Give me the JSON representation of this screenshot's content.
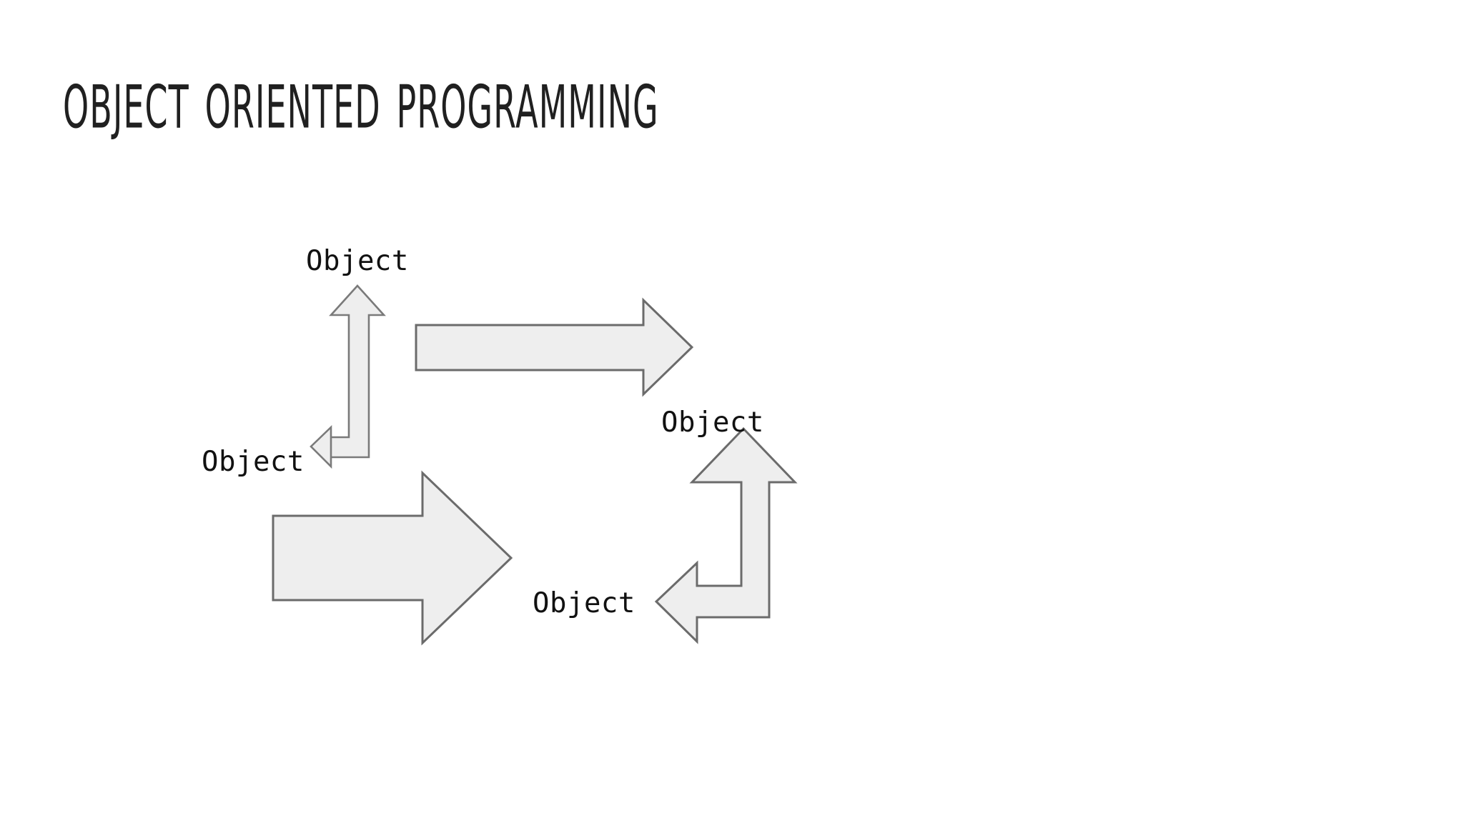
{
  "slide": {
    "title": "Object oriented programming",
    "background_color": "#ffffff",
    "title_color": "#202020"
  },
  "diagram": {
    "type": "cycle-flow",
    "description": "Four block arrows arranged in a clockwise cycle, each annotated with the label Object",
    "arrow_fill": "#eeeeee",
    "arrow_stroke": "#6b6b6b",
    "labels": [
      {
        "id": "object-top-left",
        "text": "Object"
      },
      {
        "id": "object-mid-left",
        "text": "Object"
      },
      {
        "id": "object-right-top",
        "text": "Object"
      },
      {
        "id": "object-bottom-mid",
        "text": "Object"
      }
    ],
    "arrows": [
      {
        "id": "bent-arrow-left",
        "shape": "bent-double-headed",
        "directions": [
          "up",
          "left"
        ]
      },
      {
        "id": "block-arrow-top",
        "shape": "block-arrow",
        "directions": [
          "right"
        ]
      },
      {
        "id": "block-arrow-big",
        "shape": "block-arrow",
        "directions": [
          "right"
        ]
      },
      {
        "id": "bent-arrow-right",
        "shape": "bent-double-headed",
        "directions": [
          "up",
          "left"
        ]
      }
    ]
  }
}
